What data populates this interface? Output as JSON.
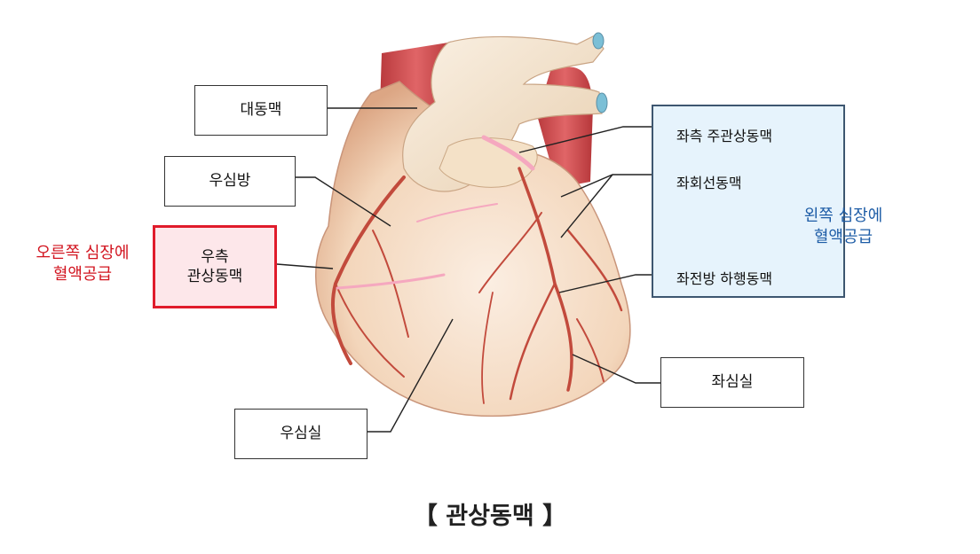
{
  "labels": {
    "aorta": "대동맥",
    "right_atrium": "우심방",
    "right_coronary_line1": "우측",
    "right_coronary_line2": "관상동맥",
    "right_ventricle": "우심실",
    "left_ventricle": "좌심실",
    "left_main_coronary": "좌측 주관상동맥",
    "left_circumflex": "좌회선동맥",
    "left_anterior_descending": "좌전방 하행동맥"
  },
  "notes": {
    "left_supply_line1": "왼쪽 심장에",
    "left_supply_line2": "혈액공급",
    "right_supply_line1": "오른쪽 심장에",
    "right_supply_line2": "혈액공급"
  },
  "caption": "【 관상동맥 】",
  "colors": {
    "heart_skin": "#f3d8bd",
    "artery": "#c24a3c",
    "artery_highlight": "#f5a8bf",
    "aorta_muscle": "#d54a4b",
    "left_panel_fill": "#e6f3fc",
    "left_panel_border": "#3d5670",
    "right_box_fill": "#fde7ea",
    "right_box_border": "#e01b2b",
    "blue_text": "#1d5ca6",
    "red_text": "#d2141f"
  }
}
